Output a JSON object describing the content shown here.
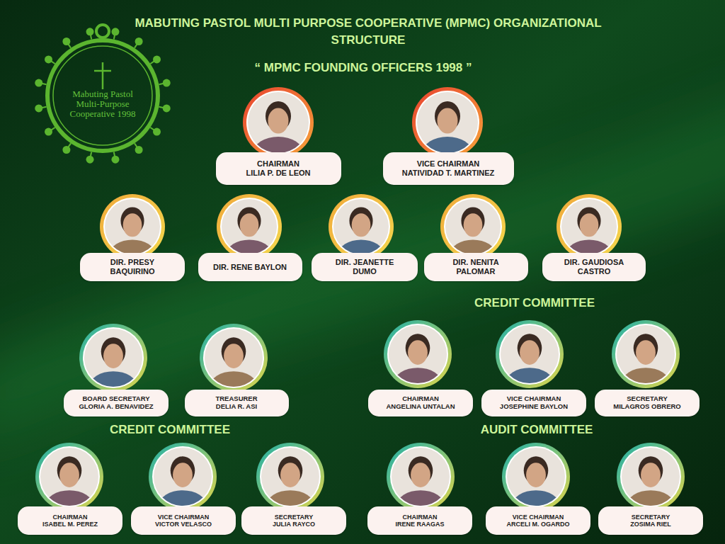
{
  "diagram": {
    "title": "MABUTING PASTOL MULTI PURPOSE COOPERATIVE (MPMC) ORGANIZATIONAL STRUCTURE",
    "nodes": [
      {
        "text": [
          "CHAIRMAN",
          "LILIA P. DE LEON"
        ]
      },
      {
        "text": [
          "VICE CHAIRMAN",
          "NATIVIDAD T. MARTINEZ"
        ]
      },
      {
        "text": [
          "DIR. PRESY BAQUIRINO"
        ]
      },
      {
        "text": [
          "DIR. RENE BAYLON"
        ]
      },
      {
        "text": [
          "DIR. JEANETTE DUMO"
        ]
      },
      {
        "text": [
          "DIR. NENITA PALOMAR"
        ]
      },
      {
        "text": [
          "DIR. GAUDIOSA CASTRO"
        ]
      },
      {
        "text": [
          "BOARD SECRETARY",
          "GLORIA A. BENAVIDEZ"
        ]
      },
      {
        "text": [
          "TREASURER",
          "DELIA R. ASI"
        ]
      },
      {
        "text": [
          "CHAIRMAN",
          "ANGELINA UNTALAN"
        ]
      },
      {
        "text": [
          "VICE CHAIRMAN",
          "JOSEPHINE BAYLON"
        ]
      },
      {
        "text": [
          "SECRETARY",
          "MILAGROS OBRERO"
        ]
      },
      {
        "text": [
          "CHAIRMAN",
          "ISABEL M. PEREZ"
        ]
      },
      {
        "text": [
          "VICE CHAIRMAN",
          "VICTOR VELASCO"
        ]
      },
      {
        "text": [
          "SECRETARY",
          "JULIA RAYCO"
        ]
      },
      {
        "text": [
          "CHAIRMAN",
          "IRENE RAAGAS"
        ]
      },
      {
        "text": [
          "VICE CHAIRMAN",
          "ARCELI M. OGARDO"
        ]
      },
      {
        "text": [
          "SECRETARY",
          "ZOSIMA RIEL"
        ]
      }
    ],
    "labels": [
      "Mabuting Pastol Multi-Purpose Cooperative 1998",
      "“ MPMC FOUNDING OFFICERS 1998 ”",
      "CREDIT COMMITTEE",
      "CREDIT COMMITTEE",
      "AUDIT COMMITTEE"
    ]
  }
}
